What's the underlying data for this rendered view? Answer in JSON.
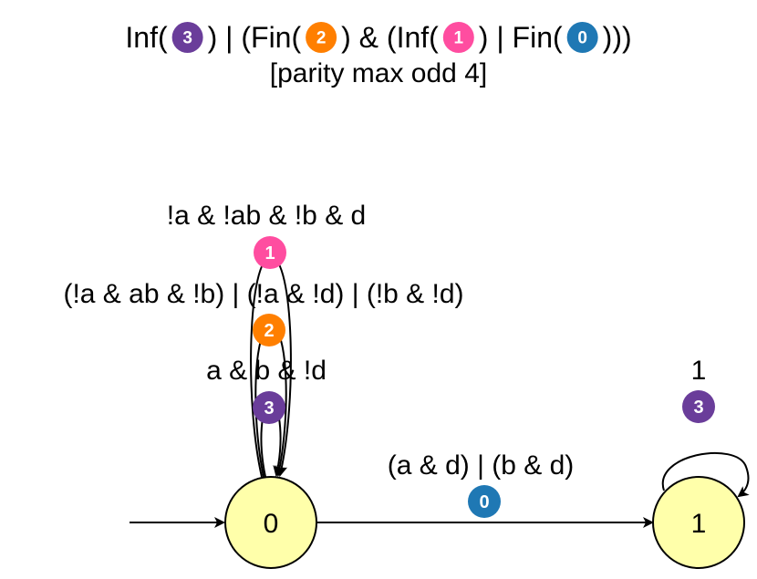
{
  "title": {
    "line2": "[parity max odd 4]",
    "parts": [
      {
        "text": "Inf("
      },
      {
        "badge": "3"
      },
      {
        "text": ") | (Fin("
      },
      {
        "badge": "2"
      },
      {
        "text": ") & (Inf("
      },
      {
        "badge": "1"
      },
      {
        "text": ") | Fin("
      },
      {
        "badge": "0"
      },
      {
        "text": ")))"
      }
    ]
  },
  "colors": {
    "0": "#1f78b4",
    "1": "#ff4da0",
    "2": "#ff7f00",
    "3": "#6a3d9a",
    "state_fill": "#ffffaa",
    "stroke": "#000000"
  },
  "states": [
    {
      "id": "0",
      "label": "0",
      "initial": true
    },
    {
      "id": "1",
      "label": "1",
      "initial": false
    }
  ],
  "edges": [
    {
      "from": "0",
      "to": "0",
      "label": "!a & !ab & !b & d",
      "acc": "1"
    },
    {
      "from": "0",
      "to": "0",
      "label": "(!a & ab & !b) | (!a & !d) | (!b & !d)",
      "acc": "2"
    },
    {
      "from": "0",
      "to": "0",
      "label": "a & b & !d",
      "acc": "3"
    },
    {
      "from": "0",
      "to": "1",
      "label": "(a & d) | (b & d)",
      "acc": "0"
    },
    {
      "from": "1",
      "to": "1",
      "label": "1",
      "acc": "3"
    }
  ]
}
